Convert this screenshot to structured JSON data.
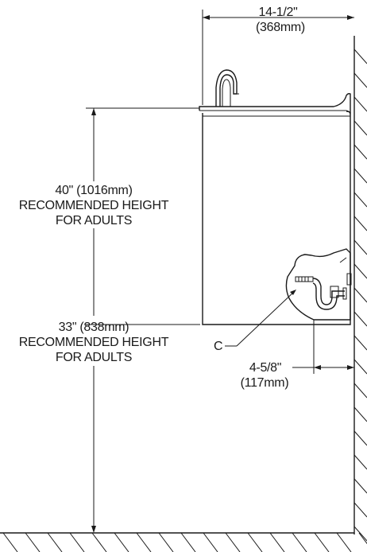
{
  "dimensions": {
    "top_width": {
      "imperial": "14-1/2\"",
      "metric": "(368mm)"
    },
    "adult_height": {
      "imperial_metric": "40\" (1016mm)",
      "line1": "RECOMMENDED HEIGHT",
      "line2": "FOR ADULTS"
    },
    "child_height": {
      "imperial_metric": "33\" (838mm)",
      "line1": "RECOMMENDED HEIGHT",
      "line2": "FOR ADULTS"
    },
    "trap_offset": {
      "imperial": "4-5/8\"",
      "metric": "(117mm)"
    }
  },
  "callouts": {
    "trap": "C"
  }
}
